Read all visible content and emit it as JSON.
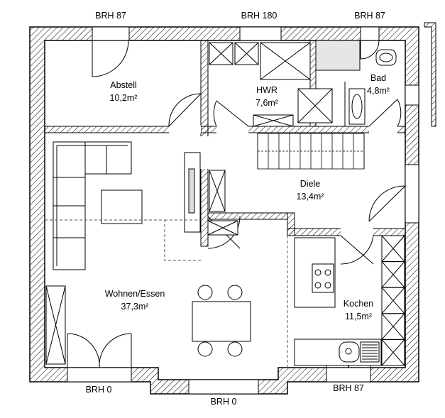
{
  "brh_labels": {
    "top_left": "BRH 87",
    "top_center": "BRH 180",
    "top_right": "BRH 87",
    "bottom_left": "BRH 0",
    "bottom_center": "BRH 0",
    "bottom_right": "BRH 87"
  },
  "rooms": {
    "abstell": {
      "name": "Abstell",
      "area": "10,2m²"
    },
    "hwr": {
      "name": "HWR",
      "area": "7,6m²"
    },
    "bad": {
      "name": "Bad",
      "area": "4,8m²"
    },
    "diele": {
      "name": "Diele",
      "area": "13,4m²"
    },
    "wohnen": {
      "name": "Wohnen/Essen",
      "area": "37,3m²"
    },
    "kochen": {
      "name": "Kochen",
      "area": "11,5m²"
    }
  },
  "colors": {
    "wall_hatch": "#000000",
    "line": "#000000",
    "dashed": "#555555"
  }
}
